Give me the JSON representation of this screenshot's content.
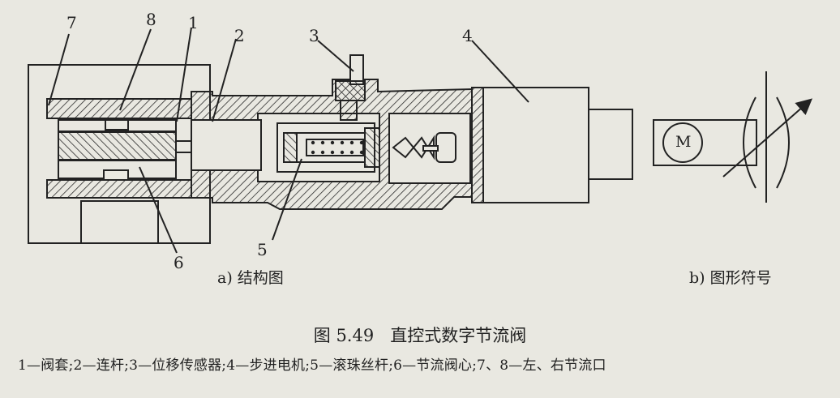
{
  "part_numbers": [
    "1",
    "2",
    "3",
    "4",
    "5",
    "6",
    "7",
    "8"
  ],
  "motor_symbol": "M",
  "captions": {
    "structure": "a) 结构图",
    "symbol": "b) 图形符号"
  },
  "figure_title": "图 5.49   直控式数字节流阀",
  "legend": "1—阀套;2—连杆;3—位移传感器;4—步进电机;5—滚珠丝杆;6—节流阀心;7、8—左、右节流口",
  "colors": {
    "ink": "#222222",
    "paper": "#e9e8e1"
  }
}
